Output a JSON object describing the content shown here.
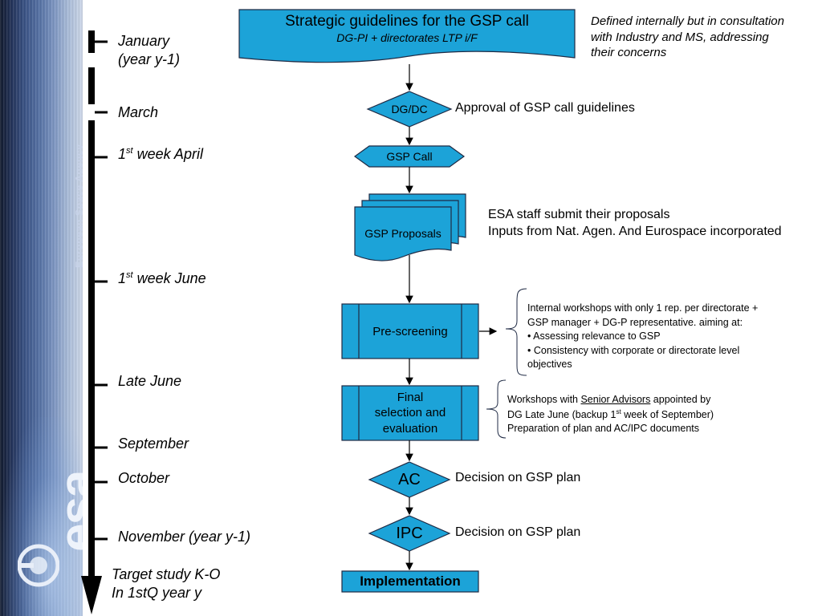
{
  "sidebar": {
    "agency_text": "European Space Agency",
    "logo_text": "esa"
  },
  "timeline": [
    {
      "id": "january",
      "text": "January",
      "text2": "(year y-1)"
    },
    {
      "id": "march",
      "text": "March"
    },
    {
      "id": "april",
      "prefix": "1",
      "sup": "st",
      "text": " week April"
    },
    {
      "id": "june",
      "prefix": "1",
      "sup": "st",
      "text": " week June"
    },
    {
      "id": "late-june",
      "text": "Late June"
    },
    {
      "id": "september",
      "text": "September"
    },
    {
      "id": "october",
      "text": "October"
    },
    {
      "id": "november",
      "text": "November (year y-1)"
    },
    {
      "id": "target",
      "text": "Target study K-O",
      "text2": "In 1stQ year y"
    }
  ],
  "flow": {
    "guidelines_title": "Strategic guidelines for the GSP call",
    "guidelines_sub": "DG-PI + directorates LTP i/F",
    "dgdc": "DG/DC",
    "gsp_call": "GSP Call",
    "proposals": "GSP Proposals",
    "prescreening": "Pre-screening",
    "final_line1": "Final",
    "final_line2": "selection and",
    "final_line3": "evaluation",
    "ac": "AC",
    "ipc": "IPC",
    "implementation": "Implementation"
  },
  "notes": {
    "defined_line1": "Defined internally but in consultation",
    "defined_line2": "with  Industry and MS, addressing",
    "defined_line3": "their concerns",
    "approval": "Approval of GSP call guidelines",
    "esa_staff": "ESA staff submit their proposals",
    "inputs": "Inputs from Nat. Agen. And Eurospace incorporated",
    "workshops_line1": "Internal workshops with only 1 rep. per directorate +",
    "workshops_line2": "GSP manager + DG-P representative. aiming at:",
    "workshops_bullet1": "• Assessing relevance to GSP",
    "workshops_bullet2a": "• Consistency with corporate or directorate level",
    "workshops_bullet2b": "objectives",
    "senior_pre": "Workshops with ",
    "senior_link": "Senior Advisors",
    "senior_post": " appointed by",
    "senior_line2_pre": "DG Late June (backup 1",
    "senior_line2_sup": "st",
    "senior_line2_post": " week of September)",
    "senior_line3": "Preparation of plan and AC/IPC documents",
    "ac_decision": "Decision on GSP plan",
    "ipc_decision": "Decision on GSP plan"
  },
  "colors": {
    "box_fill": "#1ca3d8",
    "border": "#1f2a44",
    "accent_dark": "#1e3a6a"
  }
}
